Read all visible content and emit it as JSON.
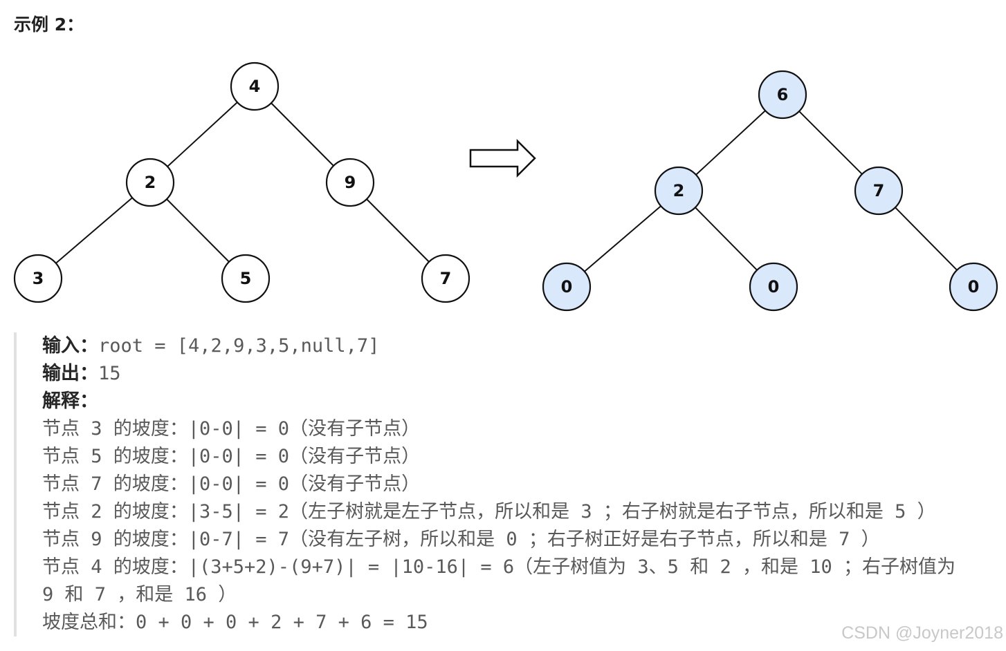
{
  "title": "示例 2：",
  "trees": {
    "before": [
      {
        "value": "4"
      },
      {
        "value": "2"
      },
      {
        "value": "9"
      },
      {
        "value": "3"
      },
      {
        "value": "5"
      },
      {
        "value": "7"
      }
    ],
    "after": [
      {
        "value": "6"
      },
      {
        "value": "2"
      },
      {
        "value": "7"
      },
      {
        "value": "0"
      },
      {
        "value": "0"
      },
      {
        "value": "0"
      }
    ],
    "after_fill": "#dae8fc",
    "before_fill": "#ffffff"
  },
  "explanation": {
    "input_label": "输入：",
    "input_value": "root = [4,2,9,3,5,null,7]",
    "output_label": "输出：",
    "output_value": "15",
    "explain_label": "解释：",
    "lines": [
      "节点 3 的坡度：|0-0| = 0（没有子节点）",
      "节点 5 的坡度：|0-0| = 0（没有子节点）",
      "节点 7 的坡度：|0-0| = 0（没有子节点）",
      "节点 2 的坡度：|3-5| = 2（左子树就是左子节点，所以和是 3 ；右子树就是右子节点，所以和是 5 ）",
      "节点 9 的坡度：|0-7| = 7（没有左子树，所以和是 0 ；右子树正好是右子节点，所以和是 7 ）",
      "节点 4 的坡度：|(3+5+2)-(9+7)| = |10-16| = 6（左子树值为 3、5 和 2 ，和是 10 ；右子树值为",
      "9 和 7 ，和是 16 ）",
      "坡度总和：0 + 0 + 0 + 2 + 7 + 6 = 15"
    ]
  },
  "watermark": "CSDN @Joyner2018"
}
